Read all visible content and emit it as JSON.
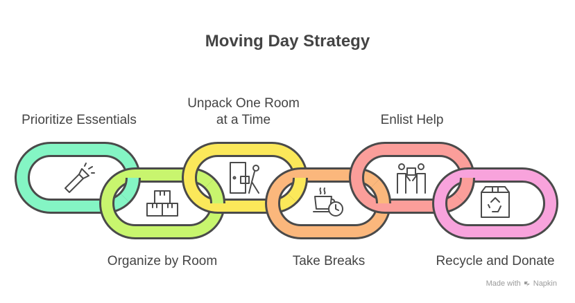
{
  "title": "Moving Day Strategy",
  "steps": [
    {
      "label": "Prioritize Essentials",
      "icon": "flashlight-icon",
      "color": "#84f5c4"
    },
    {
      "label": "Organize by Room",
      "icon": "boxes-icon",
      "color": "#c8f56e"
    },
    {
      "label": "Unpack One Room at a Time",
      "icon": "unpack-door-icon",
      "color": "#fbe85a"
    },
    {
      "label": "Take Breaks",
      "icon": "coffee-clock-icon",
      "color": "#fbb77c"
    },
    {
      "label": "Enlist Help",
      "icon": "helpers-icon",
      "color": "#fb9e9a"
    },
    {
      "label": "Recycle and Donate",
      "icon": "recycle-box-icon",
      "color": "#f8a3dc"
    }
  ],
  "footer": {
    "made_with": "Made with",
    "brand": "Napkin"
  }
}
